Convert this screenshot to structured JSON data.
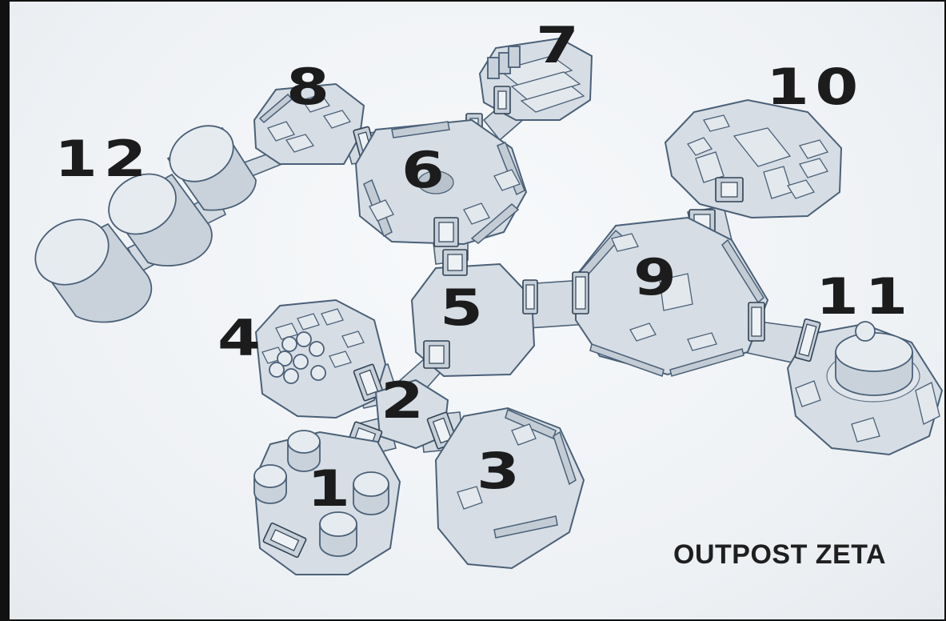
{
  "map": {
    "title": "OUTPOST ZETA",
    "rooms": [
      {
        "id": "room-1",
        "label": "1"
      },
      {
        "id": "room-2",
        "label": "2"
      },
      {
        "id": "room-3",
        "label": "3"
      },
      {
        "id": "room-4",
        "label": "4"
      },
      {
        "id": "room-5",
        "label": "5"
      },
      {
        "id": "room-6",
        "label": "6"
      },
      {
        "id": "room-7",
        "label": "7"
      },
      {
        "id": "room-8",
        "label": "8"
      },
      {
        "id": "room-9",
        "label": "9"
      },
      {
        "id": "room-10",
        "label": "10"
      },
      {
        "id": "room-11",
        "label": "11"
      },
      {
        "id": "room-12",
        "label": "12"
      }
    ],
    "colors": {
      "floor": "#d6dde4",
      "outline": "#4a6078",
      "label": "#1c1c1c",
      "background": "#f3f5f7"
    }
  }
}
